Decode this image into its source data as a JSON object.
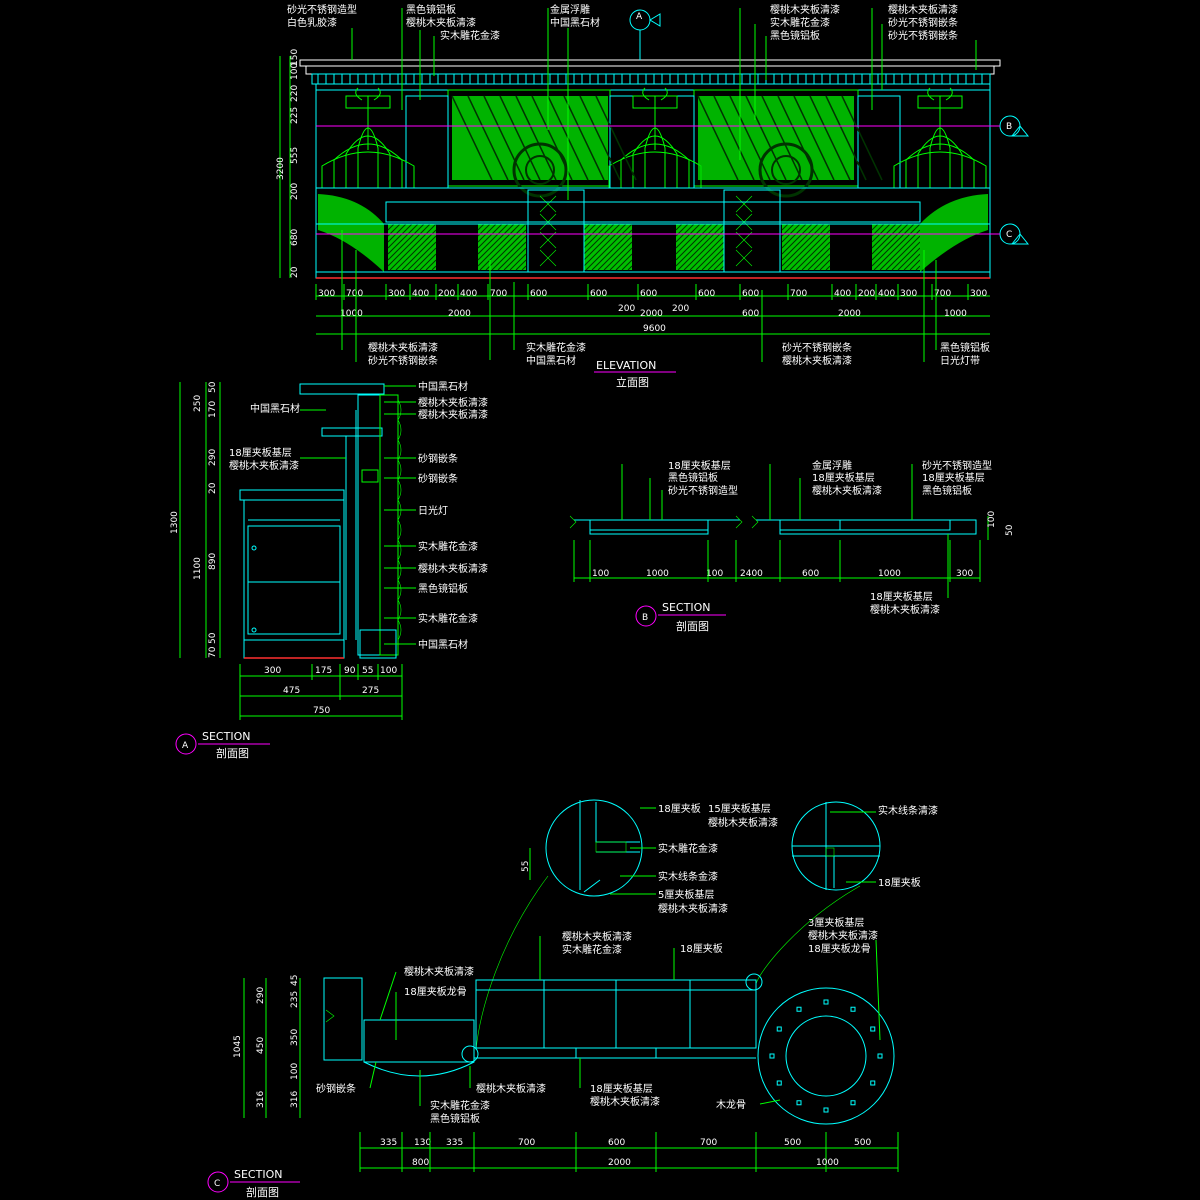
{
  "elevation": {
    "title_en": "ELEVATION",
    "title_cn": "立面图",
    "top_labels": [
      {
        "text": "砂光不锈钢造型"
      },
      {
        "text": "白色乳胶漆"
      },
      {
        "text": "黑色镜铝板"
      },
      {
        "text": "樱桃木夹板清漆"
      },
      {
        "text": "实木雕花金漆"
      },
      {
        "text": "金属浮雕"
      },
      {
        "text": "中国黑石材"
      },
      {
        "text": "樱桃木夹板清漆"
      },
      {
        "text": "实木雕花金漆"
      },
      {
        "text": "黑色镜铝板"
      },
      {
        "text": "樱桃木夹板清漆"
      },
      {
        "text": "砂光不锈钢嵌条"
      },
      {
        "text": "砂光不锈钢嵌条"
      }
    ],
    "bottom_labels": [
      {
        "text": "樱桃木夹板清漆"
      },
      {
        "text": "砂光不锈钢嵌条"
      },
      {
        "text": "实木雕花金漆"
      },
      {
        "text": "中国黑石材"
      },
      {
        "text": "砂光不锈钢嵌条"
      },
      {
        "text": "樱桃木夹板清漆"
      },
      {
        "text": "黑色镜铝板"
      },
      {
        "text": "日光灯带"
      }
    ],
    "left_dims": [
      "150",
      "100",
      "220",
      "225",
      "555",
      "3200",
      "200",
      "680",
      "20"
    ],
    "dims_row1": [
      "300",
      "700",
      "300",
      "400",
      "200",
      "400",
      "700",
      "600",
      "600",
      "600",
      "600",
      "600",
      "700",
      "400",
      "200",
      "400",
      "300",
      "700",
      "300"
    ],
    "dims_row2": [
      "1000",
      "2000",
      "200",
      "2000",
      "200",
      "600",
      "2000",
      "1000"
    ],
    "dims_row3": [
      "9600"
    ],
    "markers": [
      "A",
      "B",
      "C"
    ]
  },
  "section_a": {
    "title_en": "SECTION",
    "title_cn": "剖面图",
    "marker": "A",
    "right_labels": [
      {
        "text": "中国黑石材"
      },
      {
        "text": "樱桃木夹板清漆"
      },
      {
        "text": "樱桃木夹板清漆"
      },
      {
        "text": "砂钢嵌条"
      },
      {
        "text": "砂钢嵌条"
      },
      {
        "text": "日光灯"
      },
      {
        "text": "实木雕花金漆"
      },
      {
        "text": "樱桃木夹板清漆"
      },
      {
        "text": "黑色镜铝板"
      },
      {
        "text": "实木雕花金漆"
      },
      {
        "text": "中国黑石材"
      }
    ],
    "left_labels": [
      {
        "text": "中国黑石材"
      },
      {
        "text": "18厘夹板基层"
      },
      {
        "text": "樱桃木夹板清漆"
      }
    ],
    "left_dims": [
      "50",
      "250",
      "170",
      "290",
      "20",
      "1300",
      "1100",
      "890",
      "50",
      "70"
    ],
    "bottom_dims": [
      "300",
      "175",
      "90",
      "55",
      "100"
    ],
    "bottom_dims2": [
      "475",
      "275"
    ],
    "bottom_total": "750"
  },
  "section_b": {
    "title_en": "SECTION",
    "title_cn": "剖面图",
    "marker": "B",
    "top_labels": [
      {
        "text": "18厘夹板基层"
      },
      {
        "text": "黑色镜铝板"
      },
      {
        "text": "砂光不锈钢造型"
      },
      {
        "text": "金属浮雕"
      },
      {
        "text": "18厘夹板基层"
      },
      {
        "text": "樱桃木夹板清漆"
      },
      {
        "text": "砂光不锈钢造型"
      },
      {
        "text": "18厘夹板基层"
      },
      {
        "text": "黑色镜铝板"
      }
    ],
    "bottom_labels": [
      {
        "text": "18厘夹板基层"
      },
      {
        "text": "樱桃木夹板清漆"
      }
    ],
    "dims": [
      "100",
      "1000",
      "100",
      "2400",
      "600",
      "1000",
      "300"
    ],
    "right_dims": [
      "100",
      "50"
    ]
  },
  "section_c": {
    "title_en": "SECTION",
    "title_cn": "剖面图",
    "marker": "C",
    "detail_labels_left": [
      {
        "text": "18厘夹板"
      },
      {
        "text": "实木雕花金漆"
      },
      {
        "text": "实木线条金漆"
      },
      {
        "text": "5厘夹板基层"
      },
      {
        "text": "樱桃木夹板清漆"
      }
    ],
    "detail_labels_right": [
      {
        "text": "15厘夹板基层"
      },
      {
        "text": "樱桃木夹板清漆"
      },
      {
        "text": "实木线条清漆"
      },
      {
        "text": "18厘夹板"
      }
    ],
    "plan_labels": [
      {
        "text": "樱桃木夹板清漆"
      },
      {
        "text": "18厘夹板龙骨"
      },
      {
        "text": "樱桃木夹板清漆"
      },
      {
        "text": "实木雕花金漆"
      },
      {
        "text": "18厘夹板"
      },
      {
        "text": "3厘夹板基层"
      },
      {
        "text": "樱桃木夹板清漆"
      },
      {
        "text": "18厘夹板龙骨"
      },
      {
        "text": "砂钢嵌条"
      },
      {
        "text": "实木雕花金漆"
      },
      {
        "text": "黑色镜铝板"
      },
      {
        "text": "樱桃木夹板清漆"
      },
      {
        "text": "18厘夹板基层"
      },
      {
        "text": "樱桃木夹板清漆"
      },
      {
        "text": "木龙骨"
      }
    ],
    "detail_dim": "55",
    "left_dims": [
      "45",
      "290",
      "235",
      "1045",
      "450",
      "350",
      "100",
      "316",
      "316"
    ],
    "bottom_dims": [
      "335",
      "130",
      "335",
      "700",
      "600",
      "700",
      "500",
      "500"
    ],
    "bottom_dims2": [
      "800",
      "2000",
      "1000"
    ]
  }
}
